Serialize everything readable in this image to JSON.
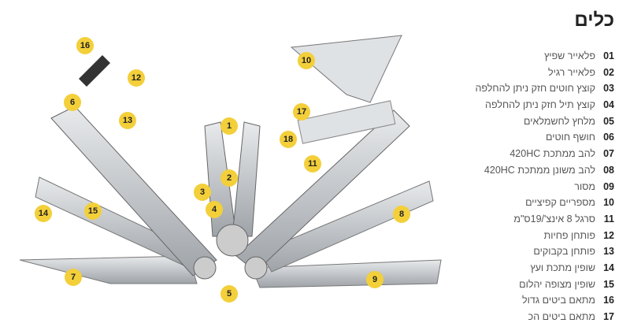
{
  "title": "כלים",
  "items": [
    {
      "num": "01",
      "label": "פלאייר שפיץ"
    },
    {
      "num": "02",
      "label": "פלאייר רגיל"
    },
    {
      "num": "03",
      "label": "קוצץ חוטים חזק ניתן להחלפה"
    },
    {
      "num": "04",
      "label": "קוצץ תיל חזק ניתן להחלפה"
    },
    {
      "num": "05",
      "label": "מלחץ לחשמלאים"
    },
    {
      "num": "06",
      "label": "חושף חוטים"
    },
    {
      "num": "07",
      "label": "להב ממתכת 420HC"
    },
    {
      "num": "08",
      "label": "להב משונן ממתכת 420HC"
    },
    {
      "num": "09",
      "label": "מסור"
    },
    {
      "num": "10",
      "label": "מספריים קפיציים"
    },
    {
      "num": "11",
      "label": "סרגל 8 אינצ'/19ס\"מ"
    },
    {
      "num": "12",
      "label": "פותחן פחיות"
    },
    {
      "num": "13",
      "label": "פותחן בקבוקים"
    },
    {
      "num": "14",
      "label": "שופין מתכת ועץ"
    },
    {
      "num": "15",
      "label": "שופין מצופה יהלום"
    },
    {
      "num": "16",
      "label": "מתאם ביטים גדול"
    },
    {
      "num": "17",
      "label": "מתאם ביטים הכ"
    }
  ],
  "markers": [
    "16",
    "12",
    "6",
    "13",
    "1",
    "2",
    "3",
    "4",
    "5",
    "7",
    "14",
    "15",
    "10",
    "17",
    "18",
    "11",
    "8",
    "9"
  ],
  "colors": {
    "marker": "#f3cf3a",
    "steel": "#c9ccd0"
  }
}
